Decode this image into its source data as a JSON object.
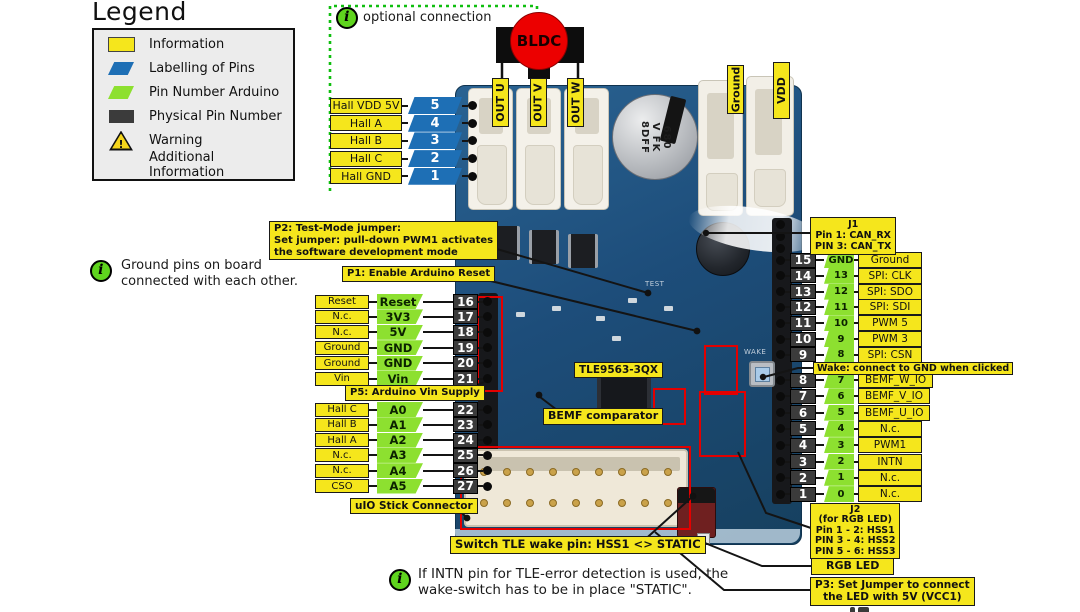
{
  "colors": {
    "info_yellow": "#F5E61C",
    "pin_label_blue": "#1E6FB5",
    "arduino_green": "#8DE030",
    "physical_dark": "#3B3B3B",
    "highlight_red": "#E30000",
    "info_icon_green": "#5FD41E",
    "optional_dotted_green": "#0FBE0F",
    "pcb_blue": "#1D4D7A",
    "motor_red": "#EC0000"
  },
  "legend": {
    "title": "Legend",
    "items": [
      {
        "swatch": "sw-info",
        "label": "Information"
      },
      {
        "swatch": "sw-pin",
        "label": "Labelling of Pins"
      },
      {
        "swatch": "sw-arduino",
        "label": "Pin Number Arduino"
      },
      {
        "swatch": "sw-physical",
        "label": "Physical Pin Number"
      },
      {
        "swatch": "sw-warning",
        "label": "Warning"
      },
      {
        "swatch": "sw-addinfo",
        "label": "Additional Information"
      }
    ]
  },
  "optional": {
    "label": "optional connection",
    "motor": "BLDC",
    "outs": [
      "OUT U",
      "OUT V",
      "OUT W"
    ]
  },
  "top_terminals": {
    "ground": "Ground",
    "vdd": "VDD"
  },
  "hall_rows": [
    {
      "signal": "Hall VDD 5V",
      "pin": "5"
    },
    {
      "signal": "Hall A",
      "pin": "4"
    },
    {
      "signal": "Hall B",
      "pin": "3"
    },
    {
      "signal": "Hall C",
      "pin": "2"
    },
    {
      "signal": "Hall GND",
      "pin": "1"
    }
  ],
  "left_upper_rows": [
    {
      "signal": "Reset",
      "arduino": "Reset",
      "physical": "16"
    },
    {
      "signal": "N.c.",
      "arduino": "3V3",
      "physical": "17"
    },
    {
      "signal": "N.c.",
      "arduino": "5V",
      "physical": "18"
    },
    {
      "signal": "Ground",
      "arduino": "GND",
      "physical": "19"
    },
    {
      "signal": "Ground",
      "arduino": "GND",
      "physical": "20"
    },
    {
      "signal": "Vin",
      "arduino": "Vin",
      "physical": "21"
    }
  ],
  "left_lower_rows": [
    {
      "signal": "Hall C",
      "arduino": "A0",
      "physical": "22"
    },
    {
      "signal": "Hall B",
      "arduino": "A1",
      "physical": "23"
    },
    {
      "signal": "Hall A",
      "arduino": "A2",
      "physical": "24"
    },
    {
      "signal": "N.c.",
      "arduino": "A3",
      "physical": "25"
    },
    {
      "signal": "N.c.",
      "arduino": "A4",
      "physical": "26"
    },
    {
      "signal": "CSO",
      "arduino": "A5",
      "physical": "27"
    }
  ],
  "right_rows_top": [
    {
      "physical": "15",
      "arduino": "GND",
      "signal": "Ground"
    },
    {
      "physical": "14",
      "arduino": "13",
      "signal": "SPI: CLK"
    },
    {
      "physical": "13",
      "arduino": "12",
      "signal": "SPI: SDO"
    },
    {
      "physical": "12",
      "arduino": "11",
      "signal": "SPI: SDI"
    },
    {
      "physical": "11",
      "arduino": "10",
      "signal": "PWM 5"
    },
    {
      "physical": "10",
      "arduino": "9",
      "signal": "PWM 3"
    },
    {
      "physical": "9",
      "arduino": "8",
      "signal": "SPI: CSN"
    }
  ],
  "right_rows_bottom": [
    {
      "physical": "8",
      "arduino": "7",
      "signal": "BEMF_W_IO"
    },
    {
      "physical": "7",
      "arduino": "6",
      "signal": "BEMF_V_IO"
    },
    {
      "physical": "6",
      "arduino": "5",
      "signal": "BEMF_U_IO"
    },
    {
      "physical": "5",
      "arduino": "4",
      "signal": "N.c."
    },
    {
      "physical": "4",
      "arduino": "3",
      "signal": "PWM1"
    },
    {
      "physical": "3",
      "arduino": "2",
      "signal": "INTN"
    },
    {
      "physical": "2",
      "arduino": "1",
      "signal": "N.c."
    },
    {
      "physical": "1",
      "arduino": "0",
      "signal": "N.c."
    }
  ],
  "notes": {
    "ground_note": [
      "Ground pins on board",
      "connected with each other."
    ],
    "p2": [
      "P2: Test-Mode jumper:",
      "Set jumper: pull-down PWM1 activates",
      "the software development mode"
    ],
    "p1": "P1: Enable Arduino Reset",
    "p5": "P5: Arduino Vin Supply",
    "uio": "uIO Stick Connector",
    "switch": "Switch TLE wake pin: HSS1 <> STATIC",
    "wake": "Wake: connect to GND when clicked",
    "intn": [
      "If INTN pin for TLE-error detection is used, the",
      "wake-switch has to be in place \"STATIC\"."
    ],
    "rgb": "RGB LED",
    "p3": [
      "P3: Set Jumper to connect",
      "the LED with 5V (VCC1)"
    ]
  },
  "j1": {
    "lines": [
      "J1",
      "Pin 1: CAN_RX",
      "PIN 3: CAN_TX"
    ]
  },
  "j2": {
    "lines": [
      "J2",
      "(for RGB LED)",
      "Pin 1 - 2: HSS1",
      "PIN 3 - 4: HSS2",
      "PIN 5 - 6: HSS3"
    ]
  },
  "board": {
    "chip_label": "TLE9563-3QX",
    "bemf_label": "BEMF comparator",
    "wake_silkscreen": "WAKE",
    "test_silkscreen": "TEST",
    "cap_lines": [
      "680",
      "V FK",
      "8DFF"
    ]
  }
}
